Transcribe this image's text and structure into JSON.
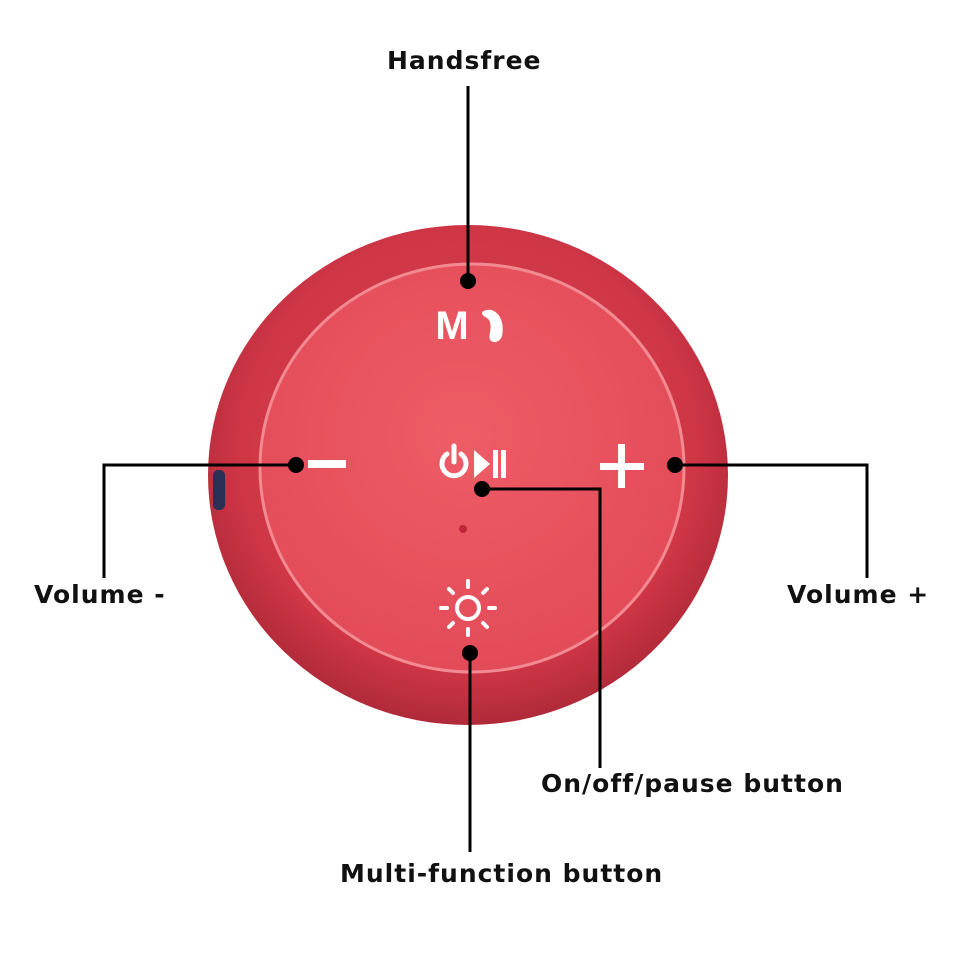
{
  "labels": {
    "handsfree": "Handsfree",
    "volume_minus": "Volume -",
    "volume_plus": "Volume +",
    "on_off_pause": "On/off/pause button",
    "multi_function": "Multi-function button"
  },
  "speaker": {
    "button_symbols": {
      "handsfree": "M",
      "volume_minus": "−",
      "volume_plus": "+"
    }
  },
  "colors": {
    "body": "#d83c4c",
    "face": "#ea5560",
    "face_rim": "#f07b83",
    "symbol": "#ffffff",
    "callout": "#000000"
  }
}
